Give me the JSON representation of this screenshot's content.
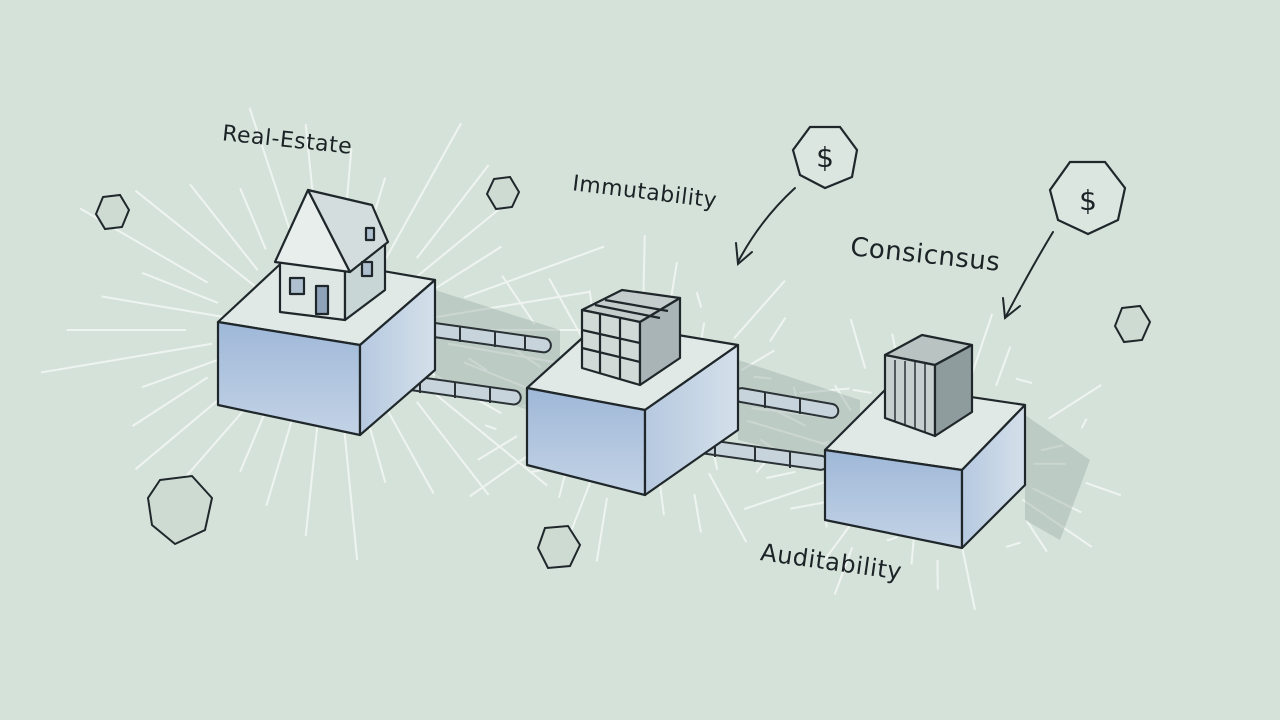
{
  "labels": {
    "real_estate": "Real-Estate",
    "immutability": "Immutability",
    "consensus": "Consicnsus",
    "auditability": "Auditability"
  },
  "coins": [
    {
      "symbol": "$"
    },
    {
      "symbol": "$"
    }
  ],
  "colors": {
    "background": "#d5e2da",
    "block_face": "#a9c0de",
    "block_top": "#dde7e4",
    "ink": "#1c2326"
  }
}
